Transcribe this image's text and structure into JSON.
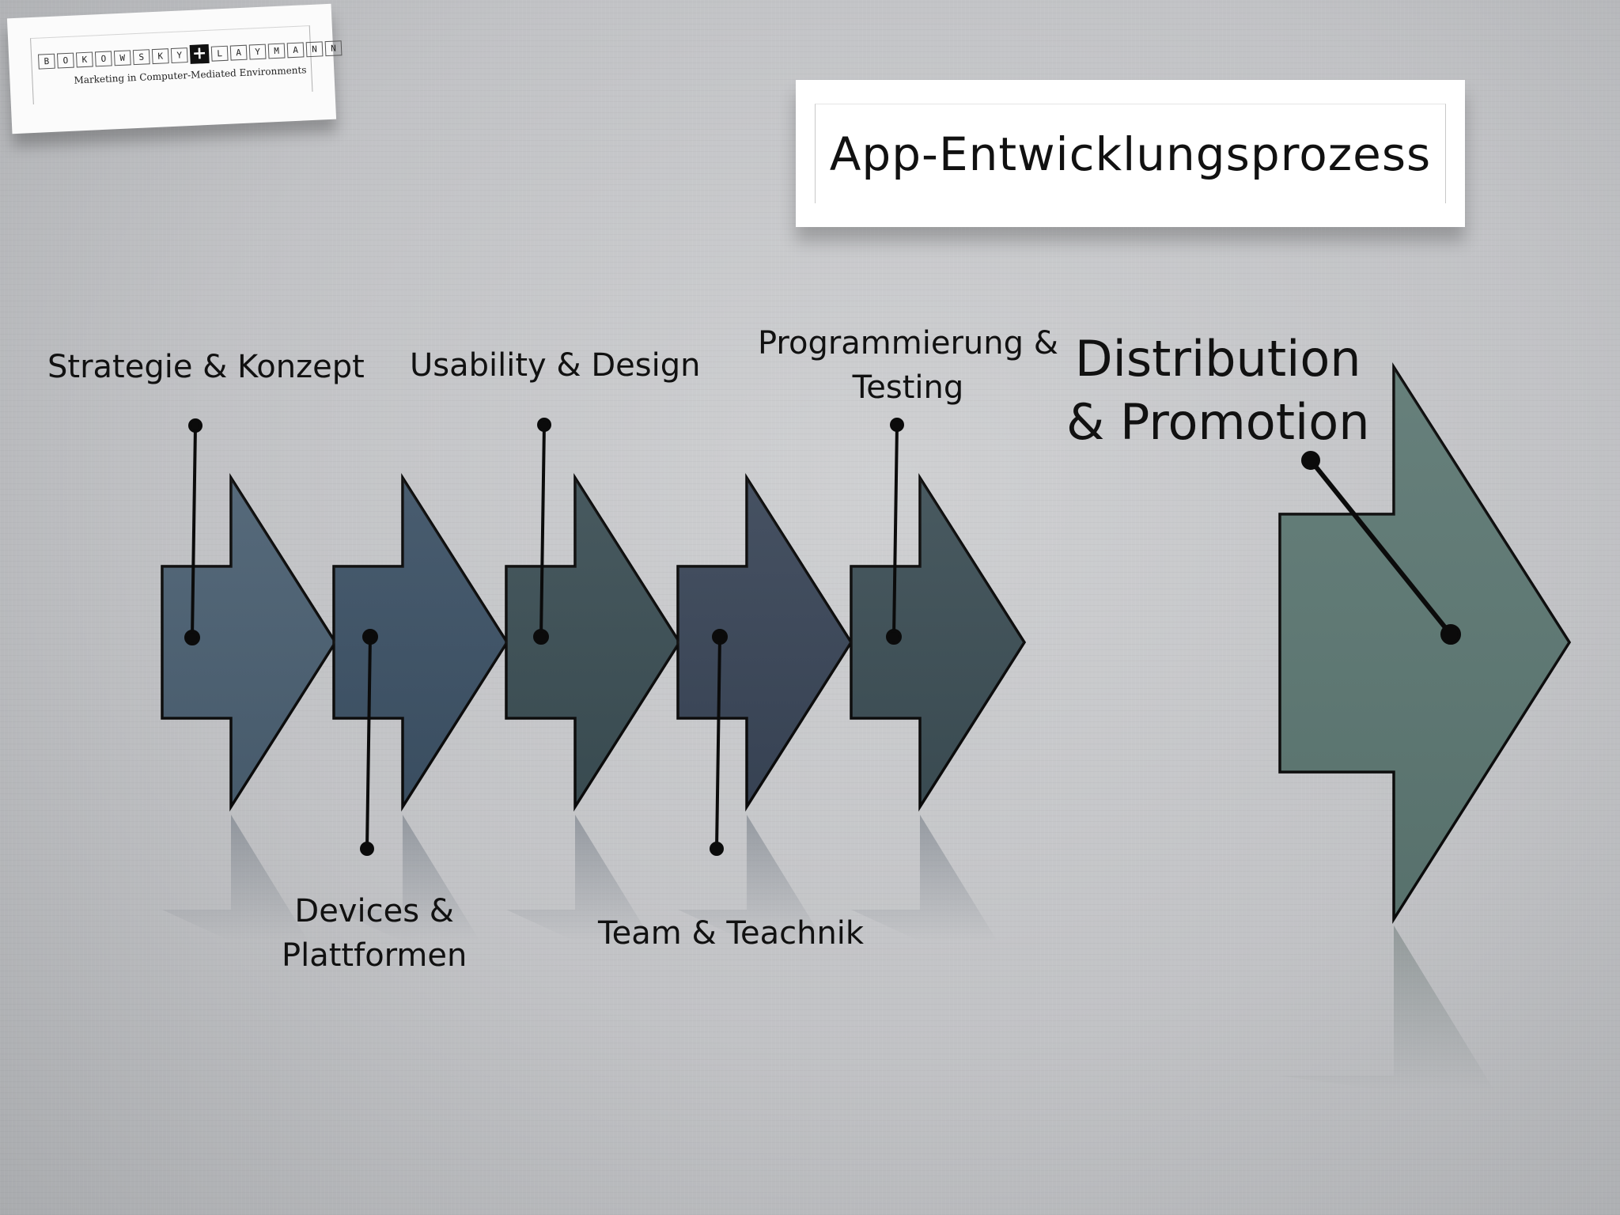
{
  "logo": {
    "letters_left": [
      "B",
      "O",
      "K",
      "O",
      "W",
      "S",
      "K",
      "Y"
    ],
    "plus": "+",
    "letters_right": [
      "L",
      "A",
      "Y",
      "M",
      "A",
      "N",
      "N"
    ],
    "tagline": "Marketing in Computer-Mediated Environments"
  },
  "title": "App-Entwicklungsprozess",
  "steps": [
    {
      "label": "Strategie & Konzept",
      "color": "#4b6072"
    },
    {
      "label": "Devices &\nPlattformen",
      "color": "#3d5266"
    },
    {
      "label": "Usability & Design",
      "color": "#3c4f55"
    },
    {
      "label": "Team & Teachnik",
      "color": "#3a4658"
    },
    {
      "label": "Programmierung &\nTesting",
      "color": "#3d4f56"
    }
  ],
  "final_step": {
    "label": "Distribution\n& Promotion",
    "color": "#5d7873"
  },
  "colors": {
    "outline": "#0b0b0b",
    "background": "#c4c5c8"
  }
}
